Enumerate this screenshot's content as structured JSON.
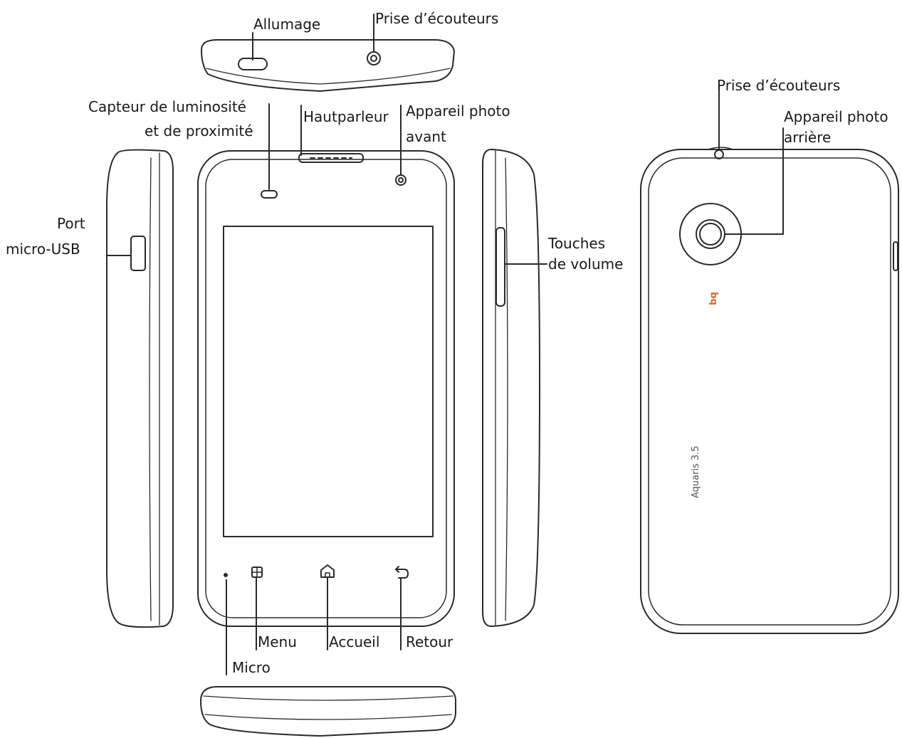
{
  "labels": {
    "allumage": "Allumage",
    "prise_top": "Prise d’écouteurs",
    "capteur_1": "Capteur de luminosité",
    "capteur_2": "et de proximité",
    "hautparleur": "Hautparleur",
    "photo_avant_1": "Appareil photo",
    "photo_avant_2": "avant",
    "port_1": "Port",
    "port_2": "micro-USB",
    "volume_1": "Touches",
    "volume_2": "de volume",
    "menu": "Menu",
    "accueil": "Accueil",
    "retour": "Retour",
    "micro": "Micro",
    "prise_back": "Prise d’écouteurs",
    "photo_arriere_1": "Appareil photo",
    "photo_arriere_2": "arrière"
  },
  "brand": {
    "model_text": "Aquaris 3.5",
    "logo_text": "bq"
  },
  "colors": {
    "outline": "#2a2a2a",
    "leader": "#2a2a2a",
    "logo": "#e8621c"
  },
  "icons": [
    "menu-icon",
    "home-icon",
    "back-icon"
  ]
}
